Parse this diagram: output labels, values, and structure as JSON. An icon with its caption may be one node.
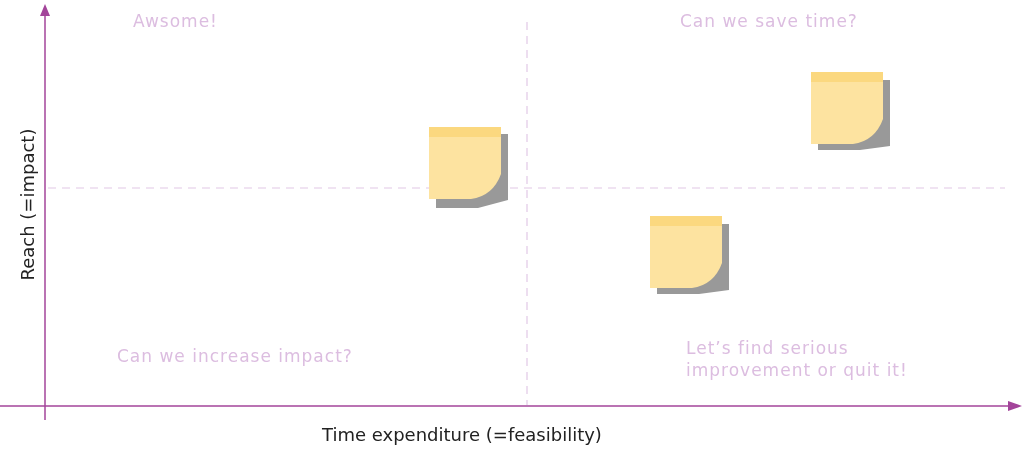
{
  "diagram": {
    "labels": [
      "Awsome!",
      "Can we save time?",
      "Reach (=impact)",
      "Can we increase impact?",
      "Let’s find serious improvement or quit it!",
      "Time expenditure (=feasibility)"
    ]
  }
}
